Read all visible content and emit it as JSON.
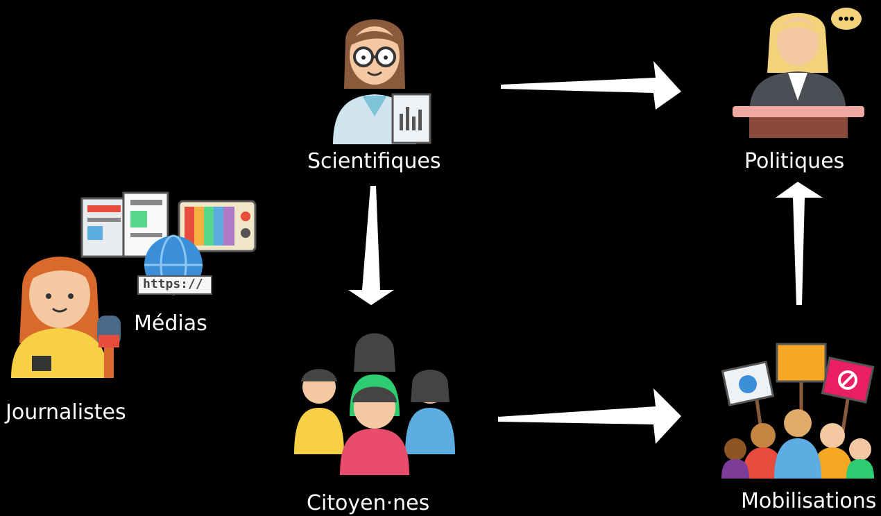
{
  "nodes": {
    "scientists": {
      "label": "Scientifiques",
      "icon": "scientist-icon"
    },
    "politicians": {
      "label": "Politiques",
      "icon": "politician-at-podium-icon"
    },
    "media": {
      "label": "Médias",
      "icons": [
        "newspaper-icon",
        "television-icon",
        "web-globe-icon"
      ],
      "url_badge": "https://"
    },
    "journalists": {
      "label": "Journalistes",
      "icon": "journalist-with-microphone-icon"
    },
    "citizens": {
      "label": "Citoyen·nes",
      "icon": "group-of-people-icon"
    },
    "mobilizations": {
      "label": "Mobilisations",
      "icon": "protest-crowd-with-signs-icon"
    }
  },
  "edges": [
    {
      "from": "scientists",
      "to": "politicians"
    },
    {
      "from": "scientists",
      "to": "citizens"
    },
    {
      "from": "citizens",
      "to": "mobilizations"
    },
    {
      "from": "mobilizations",
      "to": "politicians"
    }
  ],
  "colors": {
    "background": "#000000",
    "arrow": "#ffffff",
    "text": "#ffffff"
  }
}
